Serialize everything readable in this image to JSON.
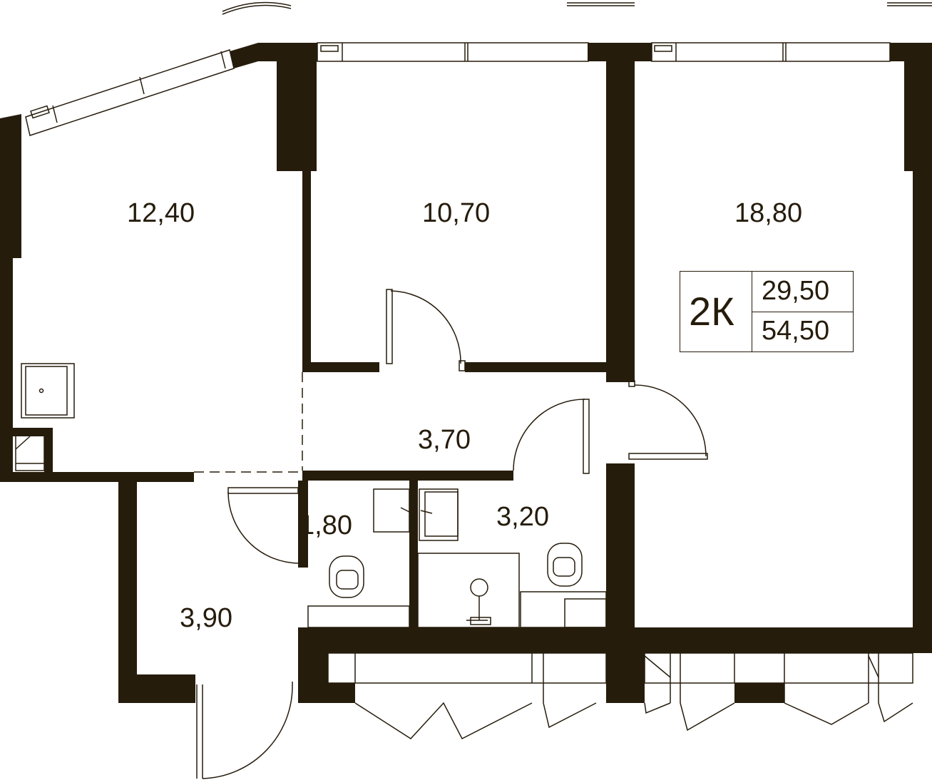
{
  "plan": {
    "rooms": [
      {
        "id": "room-left",
        "area": "12,40"
      },
      {
        "id": "room-middle",
        "area": "10,70"
      },
      {
        "id": "room-right",
        "area": "18,80"
      },
      {
        "id": "hallway",
        "area": "3,70"
      },
      {
        "id": "bathroom-small",
        "area": "1,80"
      },
      {
        "id": "bathroom-large",
        "area": "3,20"
      },
      {
        "id": "entrance",
        "area": "3,90"
      }
    ],
    "summary": {
      "type": "2К",
      "living_area": "29,50",
      "total_area": "54,50"
    },
    "colors": {
      "wall": "#261c0c",
      "line": "#261c0c",
      "background": "#ffffff"
    }
  }
}
